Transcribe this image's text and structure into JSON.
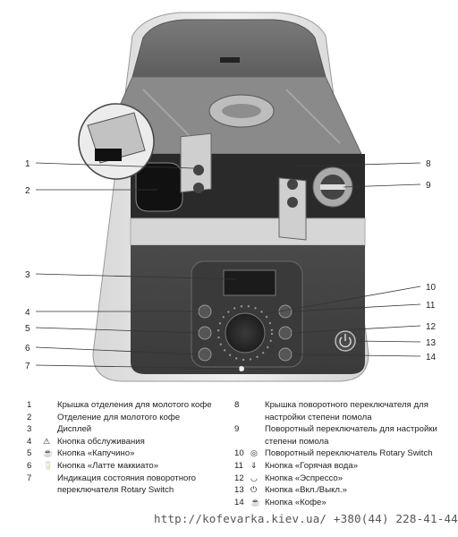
{
  "callouts": [
    "1",
    "2",
    "3",
    "4",
    "5",
    "6",
    "7",
    "8",
    "9",
    "10",
    "11",
    "12",
    "13",
    "14"
  ],
  "legend": {
    "left": [
      {
        "num": "1",
        "icon": "",
        "text": "Крышка отделения для молотого кофе"
      },
      {
        "num": "2",
        "icon": "",
        "text": "Отделение для молотого кофе"
      },
      {
        "num": "3",
        "icon": "",
        "text": "Дисплей"
      },
      {
        "num": "4",
        "icon": "⚠",
        "icon_name": "maintenance-icon",
        "text": "Кнопка обслуживания"
      },
      {
        "num": "5",
        "icon": "☕",
        "icon_name": "cappuccino-icon",
        "text": "Кнопка «Капучино»"
      },
      {
        "num": "6",
        "icon": "🥛",
        "icon_name": "latte-icon",
        "text": "Кнопка «Латте маккиато»"
      },
      {
        "num": "7",
        "icon": "",
        "text": "Индикация состояния поворотного переключателя Rotary Switch"
      }
    ],
    "right": [
      {
        "num": "8",
        "icon": "",
        "text": "Крышка поворотного переключателя для настройки степени помола"
      },
      {
        "num": "9",
        "icon": "",
        "text": "Поворотный переключатель для настройки степени помола"
      },
      {
        "num": "10",
        "icon": "◎",
        "icon_name": "rotary-switch-icon",
        "text": "Поворотный переключатель Rotary Switch"
      },
      {
        "num": "11",
        "icon": "⇓",
        "icon_name": "hot-water-icon",
        "text": "Кнопка «Горячая вода»"
      },
      {
        "num": "12",
        "icon": "◡",
        "icon_name": "espresso-icon",
        "text": "Кнопка «Эспрессо»"
      },
      {
        "num": "13",
        "icon": "⏻",
        "icon_name": "power-icon",
        "text": "Кнопка «Вкл./Выкл.»"
      },
      {
        "num": "14",
        "icon": "☕",
        "icon_name": "coffee-icon",
        "text": "Кнопка «Кофе»"
      }
    ]
  },
  "watermark": "http://kofevarka.kiev.ua/ +380(44) 228-41-44"
}
